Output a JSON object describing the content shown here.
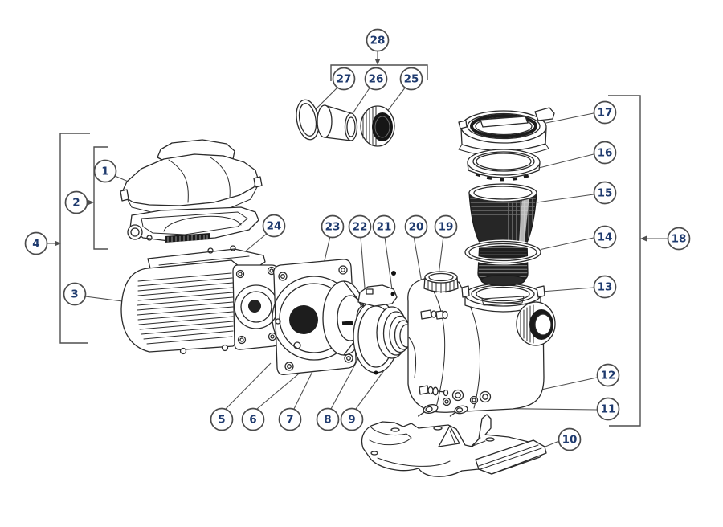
{
  "diagram": {
    "callouts": [
      {
        "label": "1"
      },
      {
        "label": "2"
      },
      {
        "label": "3"
      },
      {
        "label": "4"
      },
      {
        "label": "5"
      },
      {
        "label": "6"
      },
      {
        "label": "7"
      },
      {
        "label": "8"
      },
      {
        "label": "9"
      },
      {
        "label": "10"
      },
      {
        "label": "11"
      },
      {
        "label": "12"
      },
      {
        "label": "13"
      },
      {
        "label": "14"
      },
      {
        "label": "15"
      },
      {
        "label": "16"
      },
      {
        "label": "17"
      },
      {
        "label": "18"
      },
      {
        "label": "19"
      },
      {
        "label": "20"
      },
      {
        "label": "21"
      },
      {
        "label": "22"
      },
      {
        "label": "23"
      },
      {
        "label": "24"
      },
      {
        "label": "25"
      },
      {
        "label": "26"
      },
      {
        "label": "27"
      },
      {
        "label": "28"
      }
    ],
    "colors": {
      "line": "#2a2a2a",
      "leader": "#4f4f4f",
      "callout_number": "#1e3a6e",
      "callout_ring": "#4b4b4b",
      "dark_fill": "#262626",
      "background": "#ffffff"
    }
  }
}
